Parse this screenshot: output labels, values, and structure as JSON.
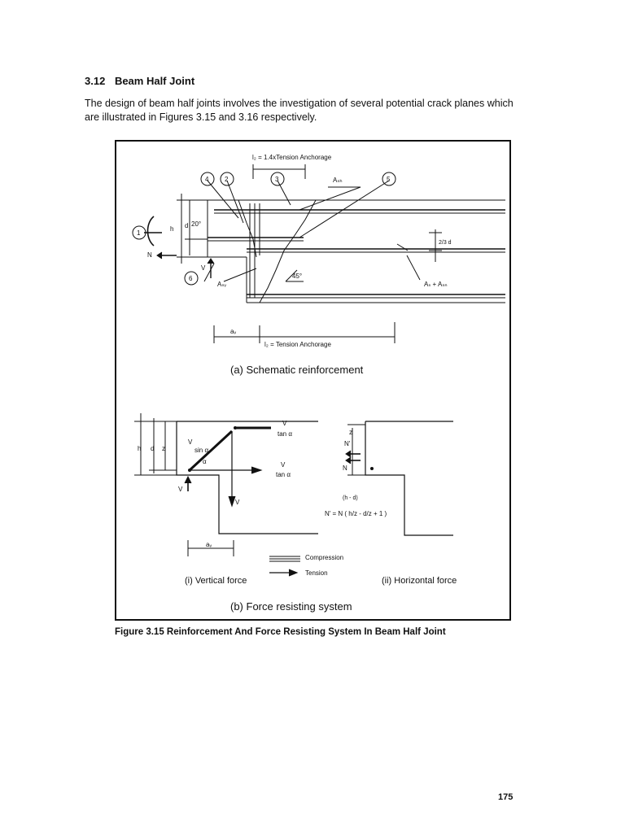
{
  "section": {
    "number": "3.12",
    "title": "Beam Half Joint",
    "intro": "The design of beam half joints involves the investigation of several potential crack planes which are illustrated in Figures 3.15 and 3.16 respectively."
  },
  "figure": {
    "schematic": {
      "subtitle": "(a) Schematic reinforcement",
      "anchorage_top": "l₂ = 1.4xTension Anchorage",
      "anchorage_bottom": "l₂ = Tension Anchorage",
      "angle_20": "20°",
      "angle_45": "45°",
      "markers": [
        "1",
        "2",
        "3",
        "4",
        "5",
        "6"
      ],
      "labels": {
        "ash": "Aₛₕ",
        "asv": "Aₛᵥ",
        "as_plus_asn": "Aₛ + Aₛₙ",
        "h": "h",
        "d": "d",
        "two_thirds_d": "2/3 d",
        "N": "N",
        "V": "V",
        "av": "aᵥ"
      }
    },
    "forces": {
      "subtitle": "(b) Force resisting system",
      "vertical_label": "(i) Vertical force",
      "horizontal_label": "(ii) Horizontal force",
      "legend_compression": "Compression",
      "legend_tension": "Tension",
      "formula": "N' = N ( h/z - d/z + 1 )",
      "labels": {
        "V": "V",
        "tan_a": "tan α",
        "sin_a": "sin α",
        "alpha": "α",
        "h": "h",
        "d": "d",
        "z": "z",
        "N": "N",
        "N_prime": "N'",
        "h_minus_d": "(h - d)",
        "av": "aᵥ"
      }
    }
  },
  "caption": "Figure 3.15 Reinforcement And Force Resisting System In Beam Half Joint",
  "page_number": "175"
}
